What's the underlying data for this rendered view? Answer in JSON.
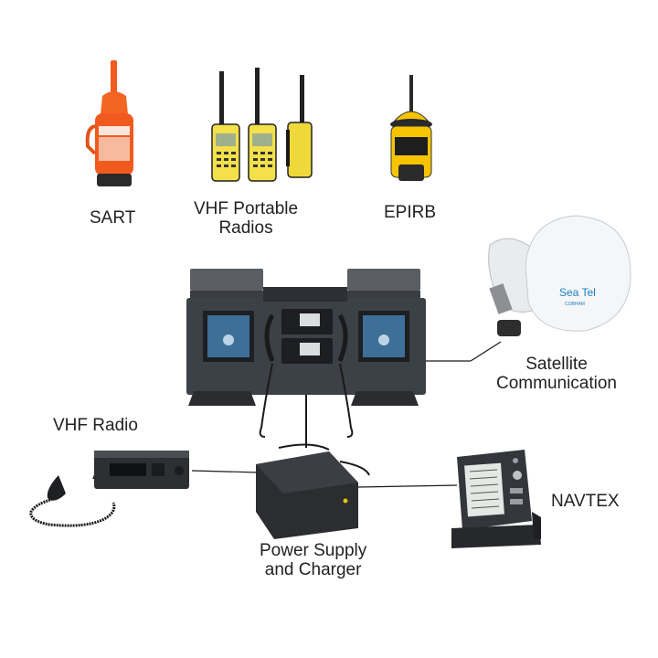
{
  "labels": {
    "sart": "SART",
    "vhf_portable": {
      "line1": "VHF Portable",
      "line2": "Radios"
    },
    "epirb": "EPIRB",
    "satellite": {
      "line1": "Satellite",
      "line2": "Communication"
    },
    "vhf_radio": "VHF Radio",
    "navtex": "NAVTEX",
    "power_supply": {
      "line1": "Power Supply",
      "line2": "and Charger"
    }
  },
  "dome_brand": {
    "name": "Sea Tel",
    "sub": "COBHAM"
  },
  "colors": {
    "sart_orange": "#f15a1f",
    "radio_yellow": "#f3e04a",
    "epirb_yellow": "#f6c400",
    "console_gray": "#3c4047",
    "dome_white": "#f4f6f8",
    "cable": "#1b1b1b"
  }
}
